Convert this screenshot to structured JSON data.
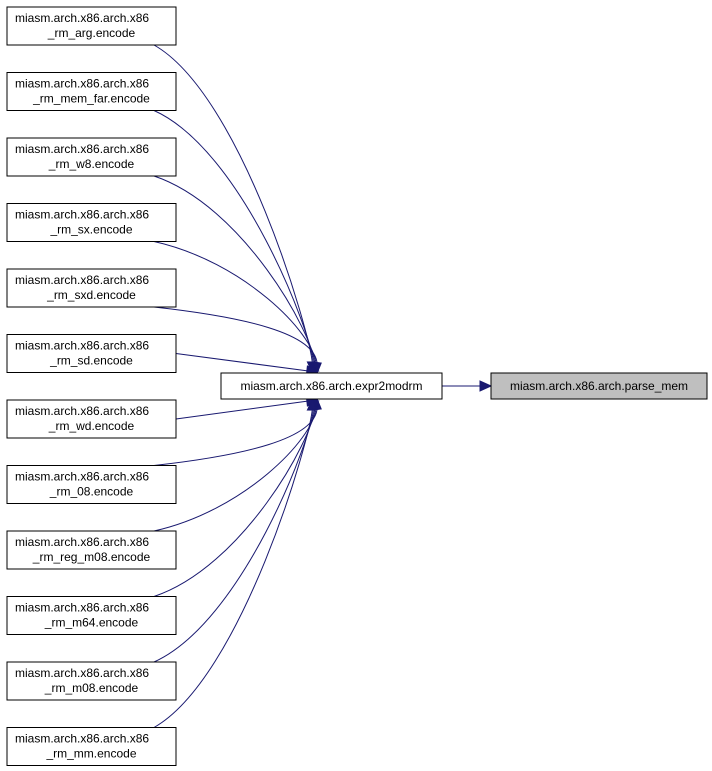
{
  "graph": {
    "target": {
      "id": "expr2modrm",
      "label": "miasm.arch.x86.arch.expr2modrm"
    },
    "callee": {
      "id": "parse_mem",
      "label": "miasm.arch.x86.arch.parse_mem"
    },
    "callers": [
      {
        "id": "rm_arg",
        "line1": "miasm.arch.x86.arch.x86",
        "line2": "_rm_arg.encode"
      },
      {
        "id": "rm_mem_far",
        "line1": "miasm.arch.x86.arch.x86",
        "line2": "_rm_mem_far.encode"
      },
      {
        "id": "rm_w8",
        "line1": "miasm.arch.x86.arch.x86",
        "line2": "_rm_w8.encode"
      },
      {
        "id": "rm_sx",
        "line1": "miasm.arch.x86.arch.x86",
        "line2": "_rm_sx.encode"
      },
      {
        "id": "rm_sxd",
        "line1": "miasm.arch.x86.arch.x86",
        "line2": "_rm_sxd.encode"
      },
      {
        "id": "rm_sd",
        "line1": "miasm.arch.x86.arch.x86",
        "line2": "_rm_sd.encode"
      },
      {
        "id": "rm_wd",
        "line1": "miasm.arch.x86.arch.x86",
        "line2": "_rm_wd.encode"
      },
      {
        "id": "rm_08",
        "line1": "miasm.arch.x86.arch.x86",
        "line2": "_rm_08.encode"
      },
      {
        "id": "rm_reg_m08",
        "line1": "miasm.arch.x86.arch.x86",
        "line2": "_rm_reg_m08.encode"
      },
      {
        "id": "rm_m64",
        "line1": "miasm.arch.x86.arch.x86",
        "line2": "_rm_m64.encode"
      },
      {
        "id": "rm_m08",
        "line1": "miasm.arch.x86.arch.x86",
        "line2": "_rm_m08.encode"
      },
      {
        "id": "rm_mm",
        "line1": "miasm.arch.x86.arch.x86",
        "line2": "_rm_mm.encode"
      }
    ],
    "colors": {
      "edge": "#191970",
      "node_border": "#000000",
      "current_fill": "#bfbfbf",
      "node_fill": "#ffffff"
    }
  }
}
